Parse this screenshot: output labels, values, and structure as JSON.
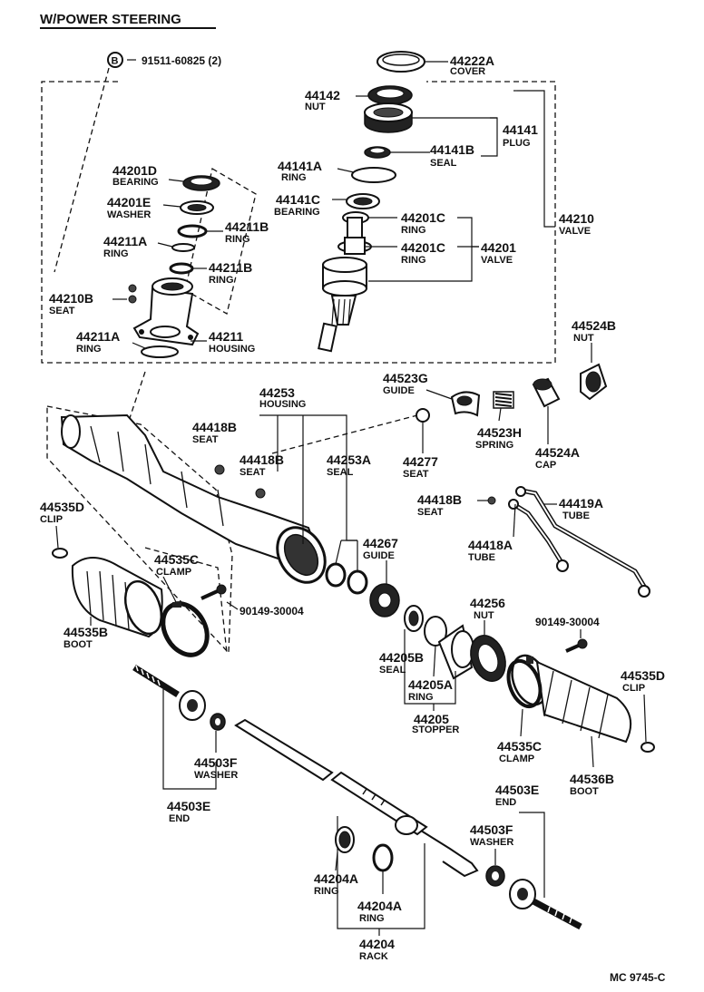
{
  "title": "W/POWER STEERING",
  "ref_code": "MC 9745-C",
  "bolt_symbol": "B",
  "parts": {
    "bolt_91511": {
      "code": "91511-60825 (2)",
      "name": ""
    },
    "cover_44222A": {
      "code": "44222A",
      "name": "COVER"
    },
    "nut_44142": {
      "code": "44142",
      "name": "NUT"
    },
    "plug_44141": {
      "code": "44141",
      "name": "PLUG"
    },
    "seal_44141B": {
      "code": "44141B",
      "name": "SEAL"
    },
    "ring_44141A": {
      "code": "44141A",
      "name": "RING"
    },
    "bearing_44141C": {
      "code": "44141C",
      "name": "BEARING"
    },
    "ring_44201C_1": {
      "code": "44201C",
      "name": "RING"
    },
    "ring_44201C_2": {
      "code": "44201C",
      "name": "RING"
    },
    "valve_44201": {
      "code": "44201",
      "name": "VALVE"
    },
    "valve_44210": {
      "code": "44210",
      "name": "VALVE"
    },
    "bearing_44201D": {
      "code": "44201D",
      "name": "BEARING"
    },
    "washer_44201E": {
      "code": "44201E",
      "name": "WASHER"
    },
    "ring_44211B_1": {
      "code": "44211B",
      "name": "RING"
    },
    "ring_44211A_1": {
      "code": "44211A",
      "name": "RING"
    },
    "ring_44211B_2": {
      "code": "44211B",
      "name": "RING"
    },
    "seat_44210B": {
      "code": "44210B",
      "name": "SEAT"
    },
    "ring_44211A_2": {
      "code": "44211A",
      "name": "RING"
    },
    "housing_44211": {
      "code": "44211",
      "name": "HOUSING"
    },
    "nut_44524B": {
      "code": "44524B",
      "name": "NUT"
    },
    "guide_44523G": {
      "code": "44523G",
      "name": "GUIDE"
    },
    "spring_44523H": {
      "code": "44523H",
      "name": "SPRING"
    },
    "cap_44524A": {
      "code": "44524A",
      "name": "CAP"
    },
    "housing_44253": {
      "code": "44253",
      "name": "HOUSING"
    },
    "seat_44418B_1": {
      "code": "44418B",
      "name": "SEAT"
    },
    "seat_44418B_2": {
      "code": "44418B",
      "name": "SEAT"
    },
    "seal_44253A": {
      "code": "44253A",
      "name": "SEAL"
    },
    "seat_44277": {
      "code": "44277",
      "name": "SEAT"
    },
    "clip_44535D_1": {
      "code": "44535D",
      "name": "CLIP"
    },
    "clamp_44535C_1": {
      "code": "44535C",
      "name": "CLAMP"
    },
    "bolt_90149_1": {
      "code": "90149-30004",
      "name": ""
    },
    "boot_44535B": {
      "code": "44535B",
      "name": "BOOT"
    },
    "guide_44267": {
      "code": "44267",
      "name": "GUIDE"
    },
    "seat_44418B_3": {
      "code": "44418B",
      "name": "SEAT"
    },
    "tube_44419A": {
      "code": "44419A",
      "name": "TUBE"
    },
    "tube_44418A": {
      "code": "44418A",
      "name": "TUBE"
    },
    "nut_44256": {
      "code": "44256",
      "name": "NUT"
    },
    "bolt_90149_2": {
      "code": "90149-30004",
      "name": ""
    },
    "seal_44205B": {
      "code": "44205B",
      "name": "SEAL"
    },
    "ring_44205A": {
      "code": "44205A",
      "name": "RING"
    },
    "stopper_44205": {
      "code": "44205",
      "name": "STOPPER"
    },
    "clip_44535D_2": {
      "code": "44535D",
      "name": "CLIP"
    },
    "clamp_44535C_2": {
      "code": "44535C",
      "name": "CLAMP"
    },
    "boot_44536B": {
      "code": "44536B",
      "name": "BOOT"
    },
    "washer_44503F_1": {
      "code": "44503F",
      "name": "WASHER"
    },
    "end_44503E_1": {
      "code": "44503E",
      "name": "END"
    },
    "end_44503E_2": {
      "code": "44503E",
      "name": "END"
    },
    "washer_44503F_2": {
      "code": "44503F",
      "name": "WASHER"
    },
    "ring_44204A_1": {
      "code": "44204A",
      "name": "RING"
    },
    "ring_44204A_2": {
      "code": "44204A",
      "name": "RING"
    },
    "rack_44204": {
      "code": "44204",
      "name": "RACK"
    }
  }
}
